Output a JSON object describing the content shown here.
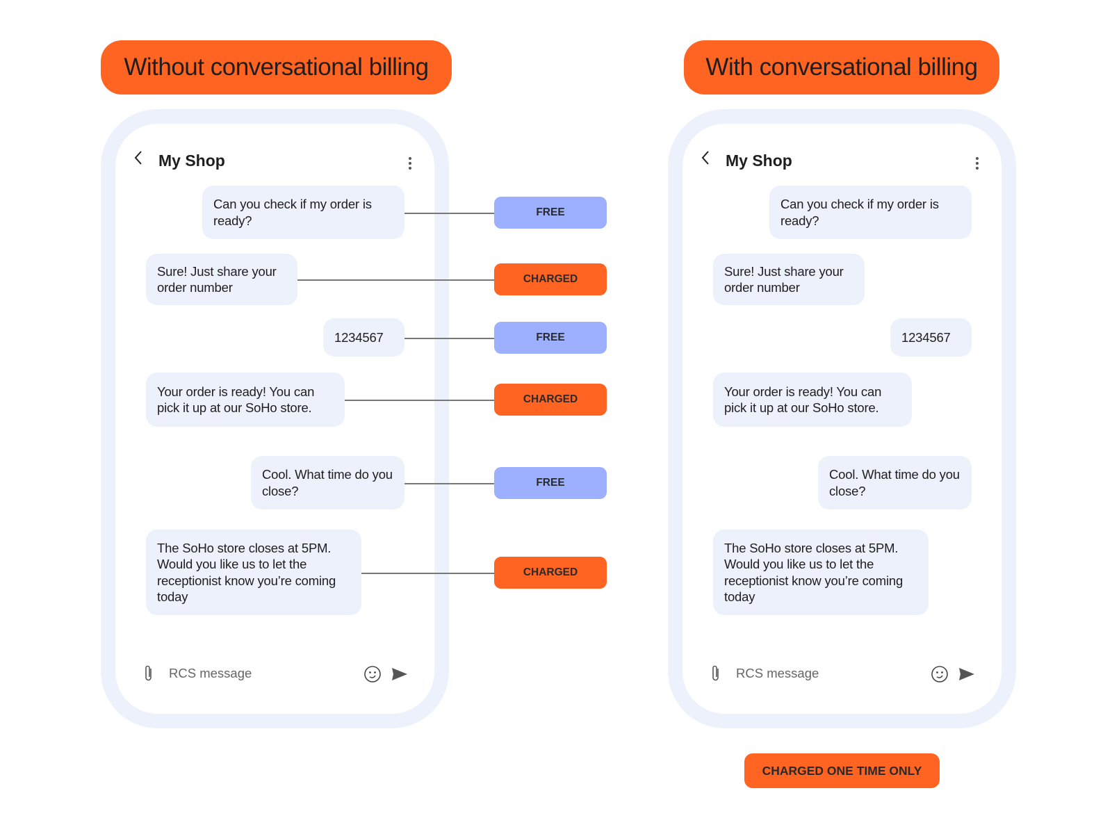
{
  "colors": {
    "accent": "#FF6422",
    "free": "#9DB0FF",
    "bubble": "#EDF1FC"
  },
  "left_title": "Without conversational billing",
  "right_title": "With conversational billing",
  "phones": [
    {
      "header": {
        "back_icon": "chevron-left-icon",
        "title": "My Shop",
        "menu_icon": "more-vertical-icon"
      },
      "messages": [
        {
          "from": "user",
          "text": "Can you check if my order is ready?"
        },
        {
          "from": "business",
          "text": "Sure! Just share your order number"
        },
        {
          "from": "user",
          "text": "1234567"
        },
        {
          "from": "business",
          "text": "Your order is ready! You can pick it up at our SoHo store."
        },
        {
          "from": "user",
          "text": "Cool. What time do you close?"
        },
        {
          "from": "business",
          "text": "The SoHo store closes at 5PM. Would you like us to let the receptionist know you’re coming today"
        }
      ],
      "input": {
        "placeholder": "RCS message",
        "attach_icon": "paperclip-icon",
        "emoji_icon": "emoji-icon",
        "send_icon": "send-icon"
      }
    },
    {
      "header": {
        "back_icon": "chevron-left-icon",
        "title": "My Shop",
        "menu_icon": "more-vertical-icon"
      },
      "messages": [
        {
          "from": "user",
          "text": "Can you check if my order is ready?"
        },
        {
          "from": "business",
          "text": "Sure! Just share your order number"
        },
        {
          "from": "user",
          "text": "1234567"
        },
        {
          "from": "business",
          "text": "Your order is ready! You can pick it up at our SoHo store."
        },
        {
          "from": "user",
          "text": "Cool. What time do you close?"
        },
        {
          "from": "business",
          "text": "The SoHo store closes at 5PM. Would you like us to let the receptionist know you’re coming today"
        }
      ],
      "input": {
        "placeholder": "RCS message",
        "attach_icon": "paperclip-icon",
        "emoji_icon": "emoji-icon",
        "send_icon": "send-icon"
      }
    }
  ],
  "badges": [
    {
      "label": "FREE",
      "type": "free"
    },
    {
      "label": "CHARGED",
      "type": "charged"
    },
    {
      "label": "FREE",
      "type": "free"
    },
    {
      "label": "CHARGED",
      "type": "charged"
    },
    {
      "label": "FREE",
      "type": "free"
    },
    {
      "label": "CHARGED",
      "type": "charged"
    }
  ],
  "final_badge": "CHARGED ONE TIME ONLY"
}
